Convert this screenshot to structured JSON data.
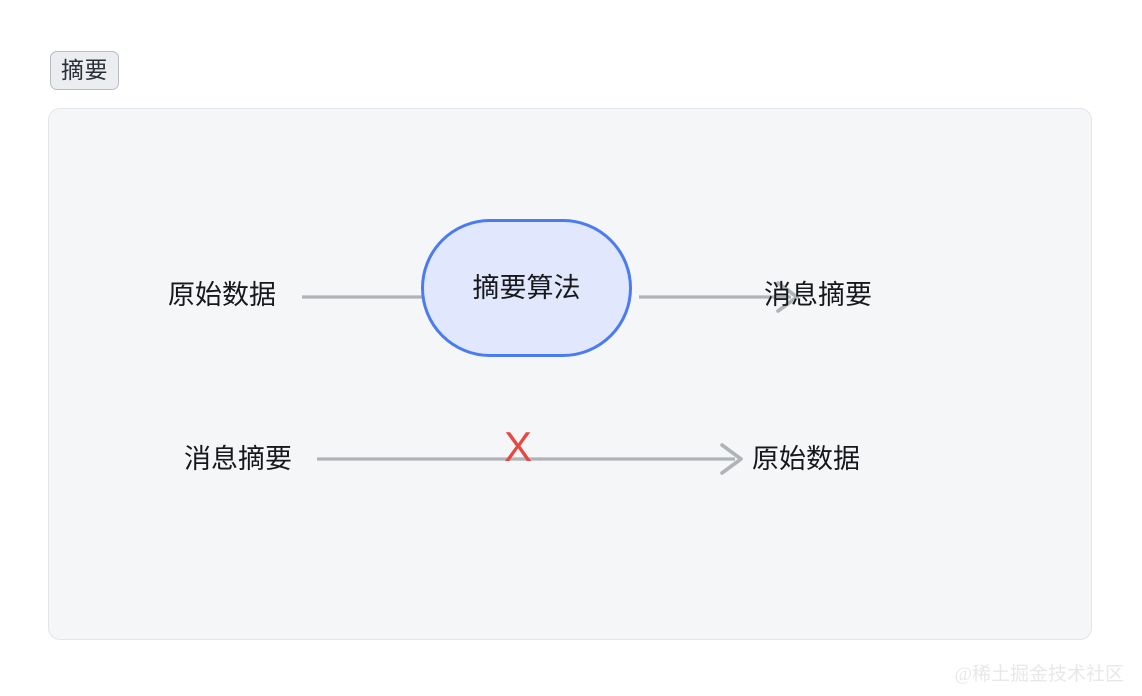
{
  "page": {
    "background_color": "#ffffff",
    "watermark": "@稀土掘金技术社区"
  },
  "badge": {
    "label": "摘要",
    "background_color": "#ebedf0",
    "border_color": "#b9bdc4",
    "text_color": "#2b2f36"
  },
  "card": {
    "background_color": "#f4f6f8",
    "border_color": "#e2e5e9"
  },
  "diagram": {
    "type": "flowchart",
    "arrow_color": "#b0b3b8",
    "rows": [
      {
        "name": "hashing-forward-row",
        "source_label": "原始数据",
        "process_label": "摘要算法",
        "target_label": "消息摘要",
        "blocked": false
      },
      {
        "name": "hashing-reverse-row",
        "source_label": "消息摘要",
        "target_label": "原始数据",
        "blocked": true,
        "blocked_mark": "X",
        "blocked_mark_color": "#e54a42"
      }
    ],
    "node": {
      "label": "摘要算法",
      "shape": "stadium",
      "fill_color": "#e1e8fd",
      "border_color": "#4a7bf0",
      "text_color": "#16181c"
    }
  }
}
